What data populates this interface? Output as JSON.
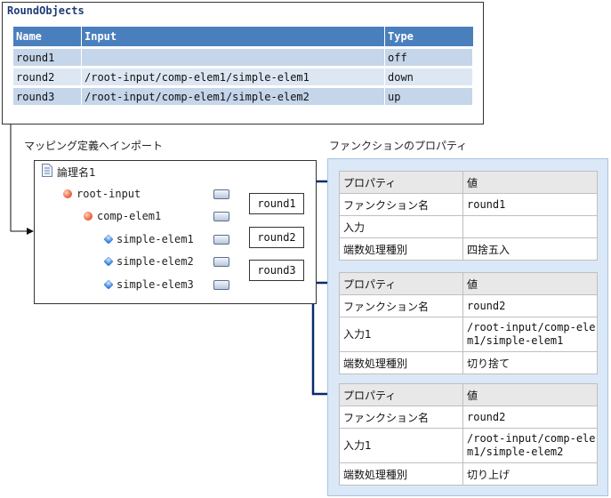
{
  "round_objects": {
    "title": "RoundObjects",
    "columns": [
      "Name",
      "Input",
      "Type"
    ],
    "rows": [
      [
        "round1",
        "",
        "off"
      ],
      [
        "round2",
        "/root-input/comp-elem1/simple-elem1",
        "down"
      ],
      [
        "round3",
        "/root-input/comp-elem1/simple-elem2",
        "up"
      ]
    ]
  },
  "mapping": {
    "label": "マッピング定義へインポート",
    "root_doc": "論理名1",
    "nodes": [
      "root-input",
      "comp-elem1",
      "simple-elem1",
      "simple-elem2",
      "simple-elem3"
    ],
    "functions": [
      "round1",
      "round2",
      "round3"
    ]
  },
  "properties": {
    "label": "ファンクションのプロパティ",
    "header": [
      "プロパティ",
      "値"
    ],
    "keys": [
      "ファンクション名",
      "入力",
      "入力1",
      "端数処理種別"
    ],
    "tables": [
      {
        "name": "round1",
        "input_key": "入力",
        "input": "",
        "type": "四捨五入"
      },
      {
        "name": "round2",
        "input_key": "入力1",
        "input": "/root-input/comp-elem1/simple-elem1",
        "type": "切り捨て"
      },
      {
        "name": "round2",
        "input_key": "入力1",
        "input": "/root-input/comp-elem1/simple-elem2",
        "type": "切り上げ"
      }
    ]
  },
  "colors": {
    "header_blue": "#4a7fbd",
    "row_blue": "#c5d5ea",
    "arrow_navy": "#0b2a6b",
    "panel_bg": "#dbe8f7"
  }
}
